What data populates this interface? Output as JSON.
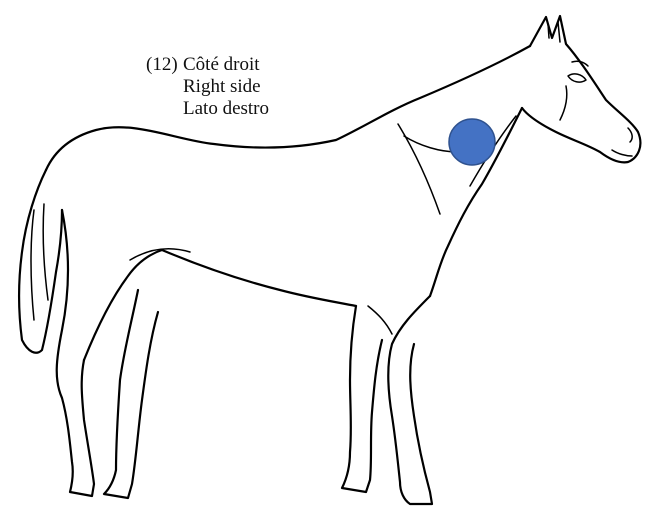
{
  "caption": {
    "number": "(12)",
    "lines": [
      "Côté droit",
      "Right side",
      "Lato destro"
    ]
  },
  "marker": {
    "color": "#4472C4",
    "stroke": "#2F528F"
  },
  "figure": {
    "subject": "horse-outline-right-side"
  }
}
